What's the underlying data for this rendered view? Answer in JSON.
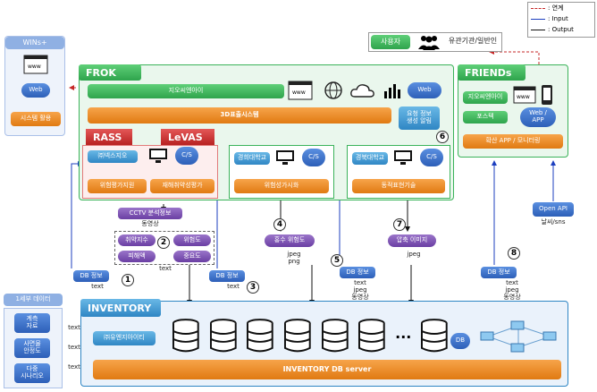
{
  "legend": {
    "items": [
      {
        "label": ": 연계",
        "style": "dashed-red"
      },
      {
        "label": ": Input",
        "style": "blue"
      },
      {
        "label": ": Output",
        "style": "black"
      }
    ]
  },
  "wins": {
    "title": "WINs+",
    "web": "Web",
    "system": "시스템 활용"
  },
  "frok": {
    "title": "FROK",
    "geo": "지오씨엔아이",
    "web": "Web",
    "std3d": "3D표출시스템",
    "request": "요청 정보\n생성 알림"
  },
  "rass": {
    "title": "RASS",
    "company": "㈜넥스지오",
    "cs": "C/S",
    "btn1": "위험평가지원"
  },
  "levas": {
    "title": "LeVAS",
    "btn": "재해취약성평가"
  },
  "univ1": {
    "name": "경희대학교",
    "cs": "C/S",
    "btn": "위험성가시화"
  },
  "univ2": {
    "name": "경북대학교",
    "cs": "C/S",
    "btn": "동적표현기술"
  },
  "friends": {
    "title": "FRIENDs",
    "geo": "지오씨엔아이",
    "post": "포스텍",
    "webapp": "Web /\nAPP",
    "mobile": "확산 APP / 모니터링"
  },
  "user": {
    "user": "사용자",
    "org": "유관기관/일반인"
  },
  "cctv": {
    "label": "CCTV 분석정보",
    "sub": "동영상"
  },
  "risk": {
    "items": [
      "취약지수",
      "위험도",
      "피해액",
      "중요도"
    ],
    "text": "text"
  },
  "flood": {
    "label": "홍수 위험도",
    "sub": "jpeg\npng"
  },
  "comp": {
    "label": "압축 이미지",
    "sub": "jpeg"
  },
  "db_labels": [
    {
      "label": "DB 정보",
      "sub": "text"
    },
    {
      "label": "DB 정보",
      "sub": "text"
    },
    {
      "label": "DB 정보",
      "sub": "text\njpeg\n동영상"
    },
    {
      "label": "DB 정보",
      "sub": "text\njpeg\n동영상"
    }
  ],
  "openapi": {
    "label": "Open API",
    "sub": "날씨/sns"
  },
  "firstdata": {
    "title": "1세부 데이터",
    "items": [
      "계측\n자료",
      "사면물\n안정도",
      "다중\n시나리오"
    ],
    "text": "text"
  },
  "inventory": {
    "title": "INVENTORY",
    "company": "㈜유엔지아이티",
    "ellipsis": "···",
    "db": "DB",
    "server": "INVENTORY DB server"
  },
  "numbers": [
    "1",
    "2",
    "3",
    "4",
    "5",
    "6",
    "7",
    "8"
  ]
}
